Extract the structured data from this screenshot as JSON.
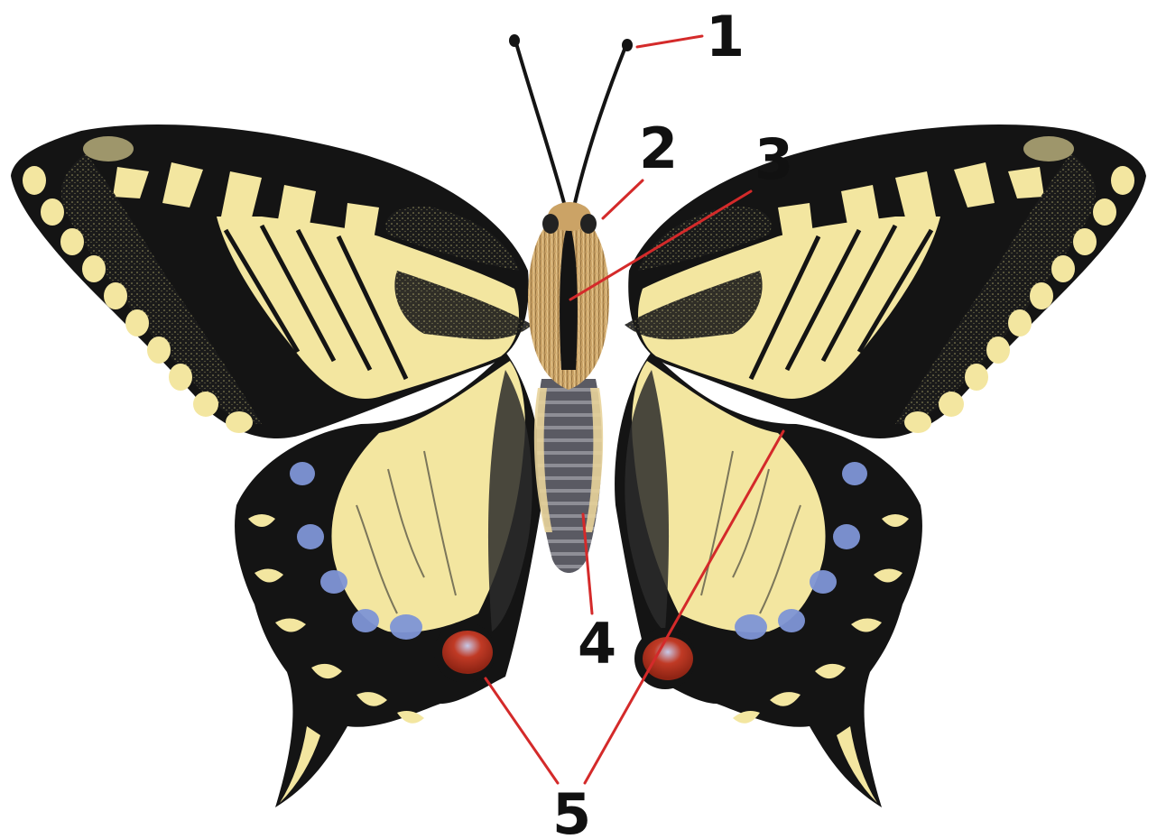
{
  "figure": {
    "labels": [
      {
        "id": "1",
        "text": "1"
      },
      {
        "id": "2",
        "text": "2"
      },
      {
        "id": "3",
        "text": "3"
      },
      {
        "id": "4",
        "text": "4"
      },
      {
        "id": "5",
        "text": "5"
      }
    ]
  },
  "colors": {
    "wing_yellow": "#f3e6a0",
    "wing_black": "#141414",
    "wing_blue": "#7f95d6",
    "eyespot_red": "#b2301c",
    "body_tan": "#d8b47a",
    "leader_red": "#d42a2a",
    "label_black": "#111111"
  },
  "icons": [
    "swallowtail-butterfly-illustration"
  ]
}
